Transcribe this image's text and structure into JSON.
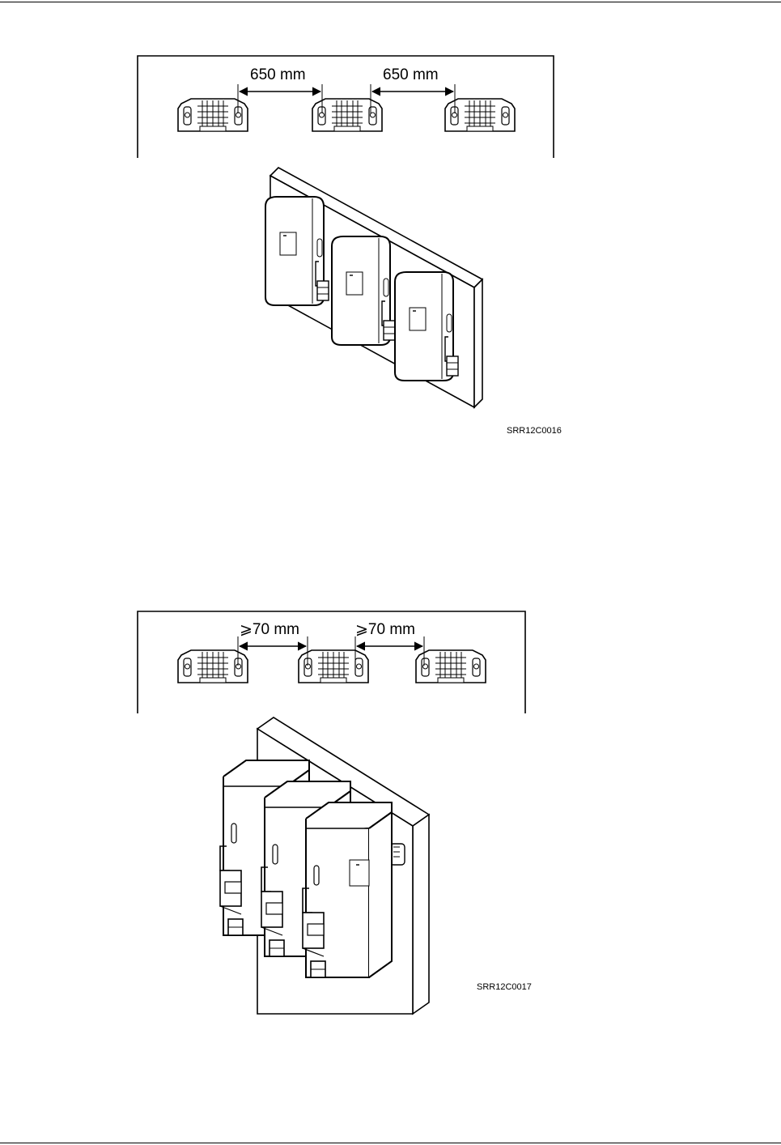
{
  "figures": [
    {
      "dimensions": [
        "650 mm",
        "650 mm"
      ],
      "code": "SRR12C0016"
    },
    {
      "dimensions": [
        "⩾70 mm",
        "⩾70 mm"
      ],
      "code": "SRR12C0017"
    }
  ]
}
